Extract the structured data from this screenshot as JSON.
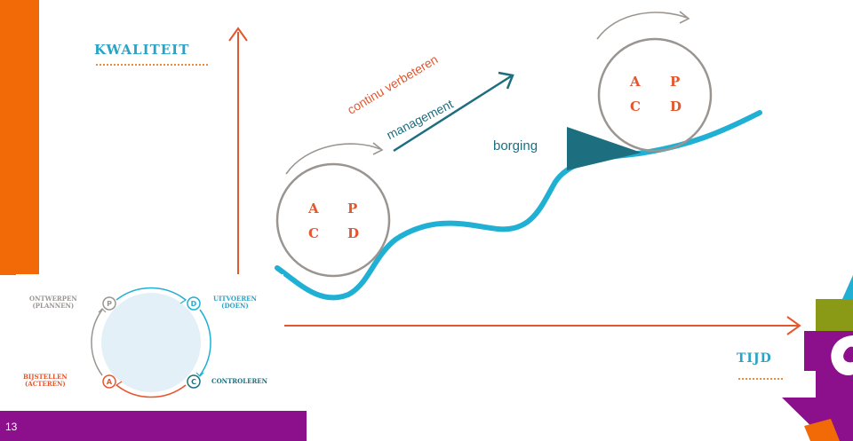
{
  "slide": {
    "slide_number": "13",
    "colors": {
      "orange": "#f26a07",
      "purple": "#8c0f8c",
      "teal": "#1d6f7f",
      "cyan": "#2aa3c6",
      "gray": "#9a9590",
      "olive": "#8a9a16"
    }
  },
  "diagram": {
    "y_axis_label": "KWALITEIT",
    "x_axis_label": "TIJD",
    "annotation_continuous": "continu verbeteren",
    "annotation_management": "management",
    "annotation_borging": "borging",
    "wheel_low": {
      "a": "A",
      "p": "P",
      "c": "C",
      "d": "D"
    },
    "wheel_high": {
      "a": "A",
      "p": "P",
      "c": "C",
      "d": "D"
    }
  },
  "inset": {
    "plan_label_line1": "ONTWERPEN",
    "plan_label_line2": "(PLANNEN)",
    "do_label_line1": "UITVOEREN",
    "do_label_line2": "(DOEN)",
    "act_label_line1": "BIJSTELLEN",
    "act_label_line2": "(ACTEREN)",
    "check_label": "CONTROLEREN",
    "p_node": "P",
    "d_node": "D",
    "a_node": "A",
    "c_node": "C"
  }
}
